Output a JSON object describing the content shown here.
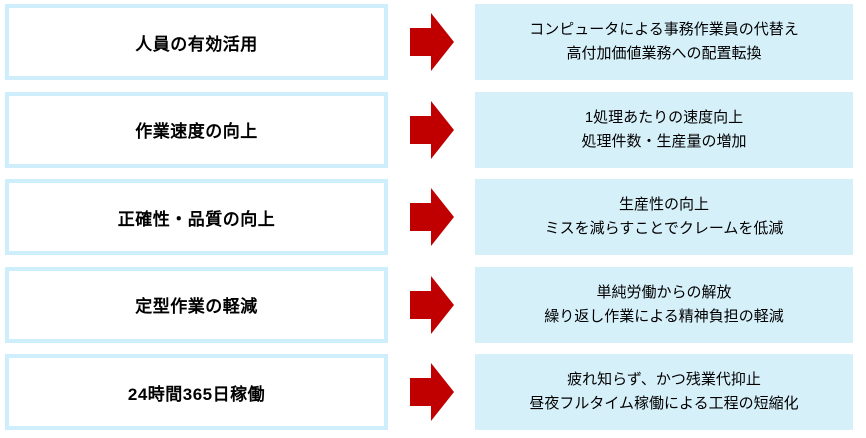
{
  "colors": {
    "arrow_red": "#c00000",
    "label_box_border": "#cfeefb",
    "detail_box_bg": "#d6f0fa",
    "text": "#000000"
  },
  "rows": [
    {
      "label": "人員の有効活用",
      "detail_line1": "コンピュータによる事務作業員の代替え",
      "detail_line2": "高付加価値業務への配置転換"
    },
    {
      "label": "作業速度の向上",
      "detail_line1": "1処理あたりの速度向上",
      "detail_line2": "処理件数・生産量の増加"
    },
    {
      "label": "正確性・品質の向上",
      "detail_line1": "生産性の向上",
      "detail_line2": "ミスを減らすことでクレームを低減"
    },
    {
      "label": "定型作業の軽減",
      "detail_line1": "単純労働からの解放",
      "detail_line2": "繰り返し作業による精神負担の軽減"
    },
    {
      "label": "24時間365日稼働",
      "detail_line1": "疲れ知らず、かつ残業代抑止",
      "detail_line2": "昼夜フルタイム稼働による工程の短縮化"
    }
  ]
}
